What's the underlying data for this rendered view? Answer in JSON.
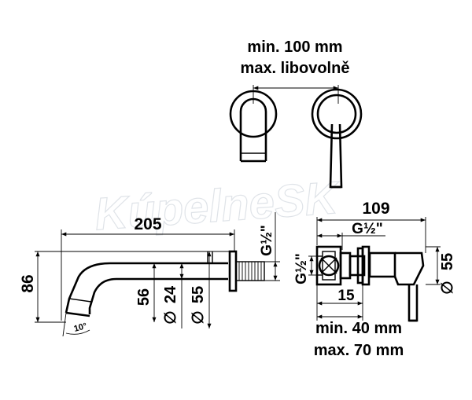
{
  "watermark": "KúpelneSK",
  "top_view": {
    "width_min": "min. 100 mm",
    "width_max": "max. libovolně"
  },
  "side_view": {
    "length": "205",
    "thread": "G½\"",
    "height": "86",
    "depth": "56",
    "dia_small": "24",
    "dia_large": "55",
    "dia_symbol": "∅",
    "angle": "10°"
  },
  "body_view": {
    "total_depth": "109",
    "thread_top": "G½\"",
    "thread_side": "G½\"",
    "offset": "15",
    "dia": "55",
    "dia_symbol": "∅",
    "depth_min": "min. 40 mm",
    "depth_max": "max. 70 mm"
  }
}
